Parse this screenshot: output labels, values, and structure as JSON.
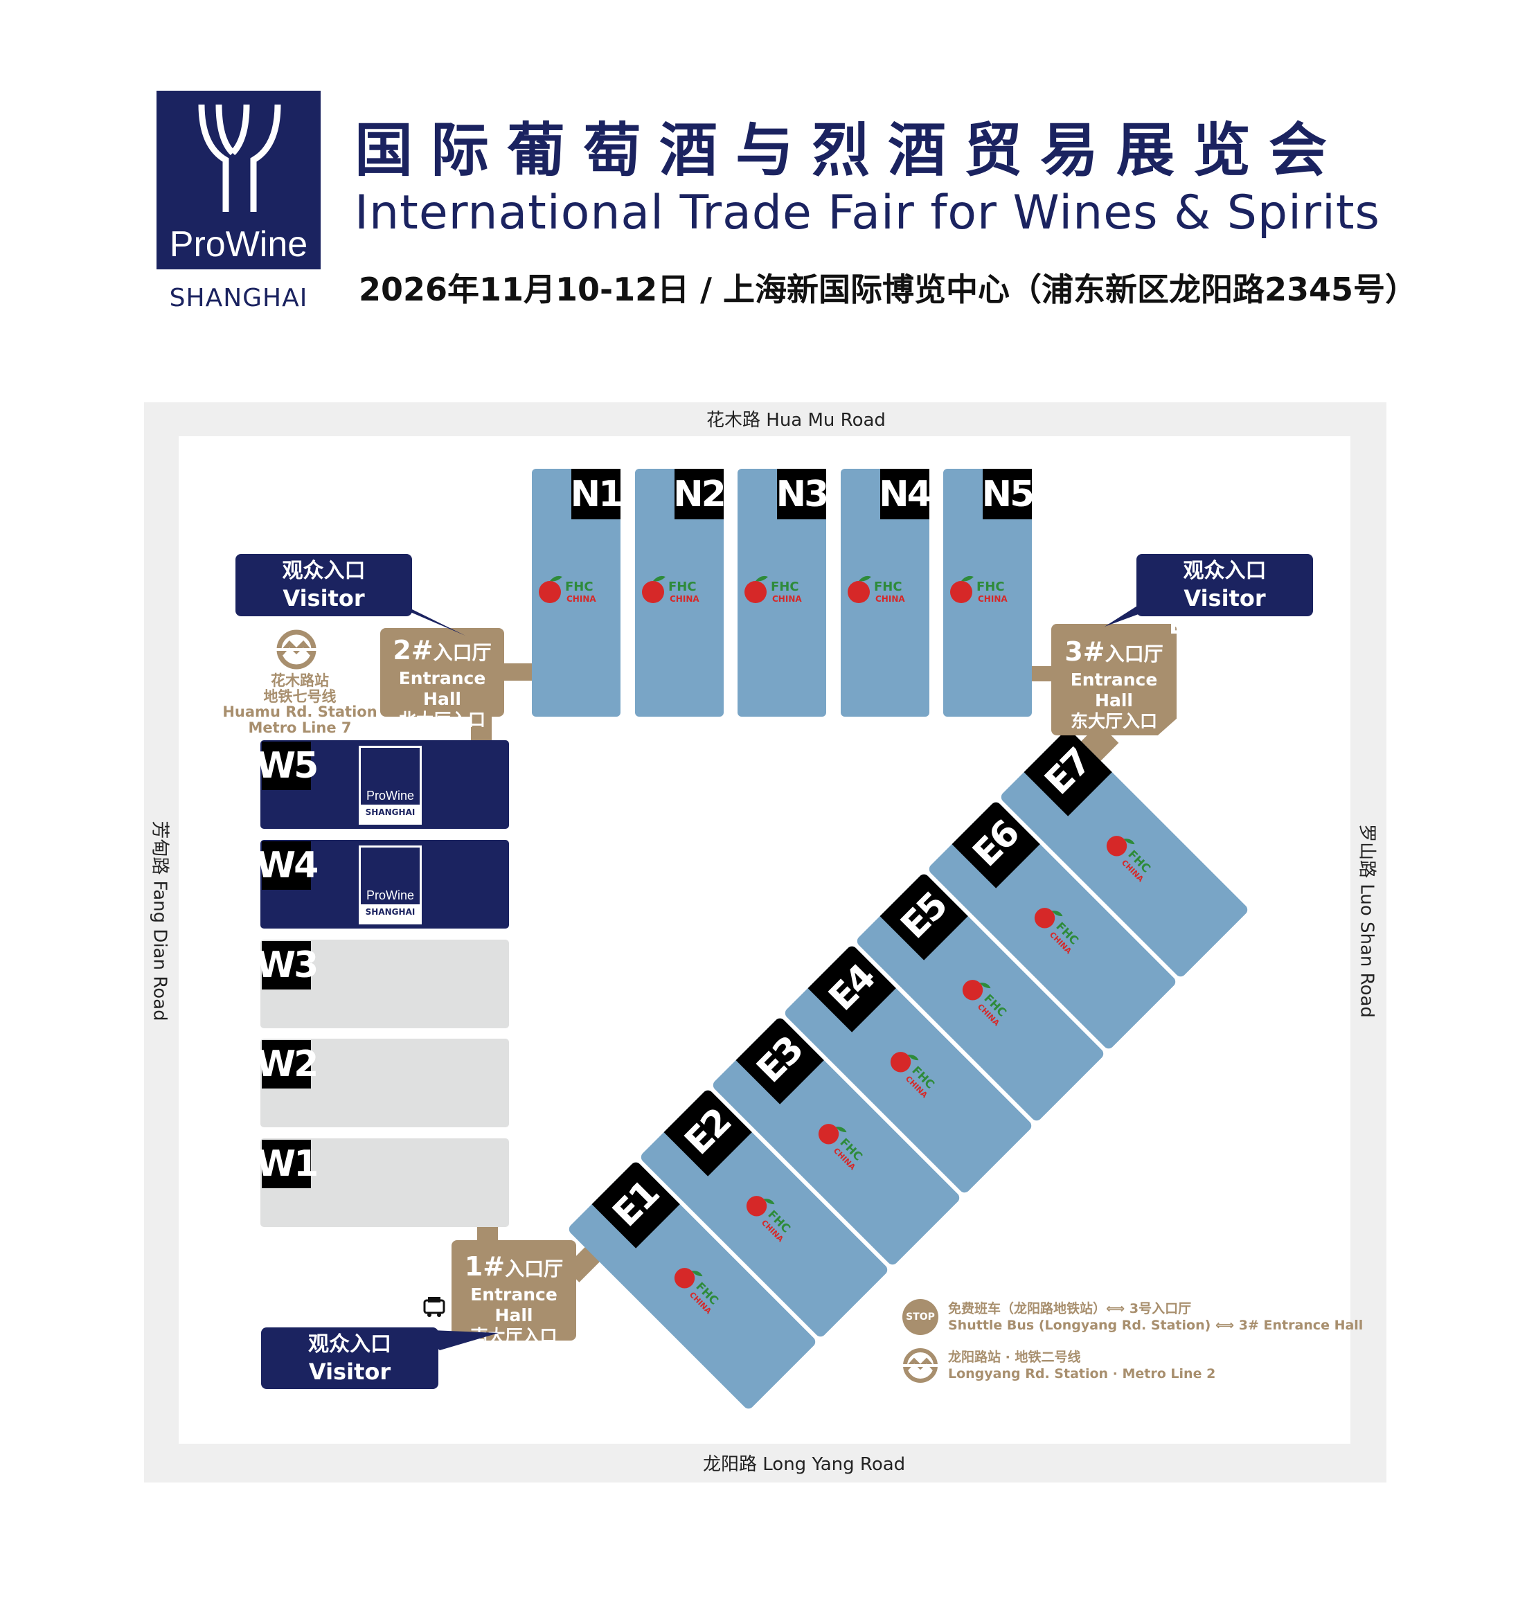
{
  "header": {
    "logo_text": "ProWine",
    "logo_city": "SHANGHAI",
    "title_cn": "国际葡萄酒与烈酒贸易展览会",
    "title_en": "International Trade Fair for Wines & Spirits",
    "date_venue": "2026年11月10-12日 / 上海新国际博览中心（浦东新区龙阳路2345号）"
  },
  "roads": {
    "top": "花木路 Hua Mu Road",
    "bottom": "龙阳路 Long Yang Road",
    "left": "芳甸路 Fang Dian Road",
    "right": "罗山路 Luo Shan Road"
  },
  "north_halls": [
    "N1",
    "N2",
    "N3",
    "N4",
    "N5"
  ],
  "west_halls": [
    {
      "label": "W5",
      "brand": "ProWine",
      "city": "SHANGHAI"
    },
    {
      "label": "W4",
      "brand": "ProWine",
      "city": "SHANGHAI"
    },
    {
      "label": "W3"
    },
    {
      "label": "W2"
    },
    {
      "label": "W1"
    }
  ],
  "east_halls": [
    "E1",
    "E2",
    "E3",
    "E4",
    "E5",
    "E6",
    "E7"
  ],
  "fhc": {
    "name": "FHC",
    "sub": "CHINA"
  },
  "entrance_halls": {
    "h2": {
      "num": "2#",
      "cn": "入口厅",
      "en": "Entrance Hall",
      "sub": "北大厅入口"
    },
    "h3": {
      "num": "3#",
      "cn": "入口厅",
      "en": "Entrance Hall",
      "sub": "东大厅入口"
    },
    "h1": {
      "num": "1#",
      "cn": "入口厅",
      "en": "Entrance Hall",
      "sub": "南大厅入口"
    }
  },
  "visitor_entrance": {
    "cn": "观众入口",
    "en": "Visitor Entrance"
  },
  "huamu_station": [
    "花木路站",
    "地铁七号线",
    "Huamu Rd. Station",
    "Metro Line 7"
  ],
  "legend": {
    "stop": "STOP",
    "bus_cn": "免费班车（龙阳路地铁站）⟺ 3号入口厅",
    "bus_en": "Shuttle Bus (Longyang Rd. Station) ⟺ 3# Entrance Hall",
    "metro_cn": "龙阳路站 · 地铁二号线",
    "metro_en": "Longyang Rd. Station · Metro Line 2"
  },
  "colors": {
    "navy": "#1b2360",
    "hall_blue": "#79a5c6",
    "tan": "#a88f6e",
    "hall_gray": "#dfe0e0"
  }
}
